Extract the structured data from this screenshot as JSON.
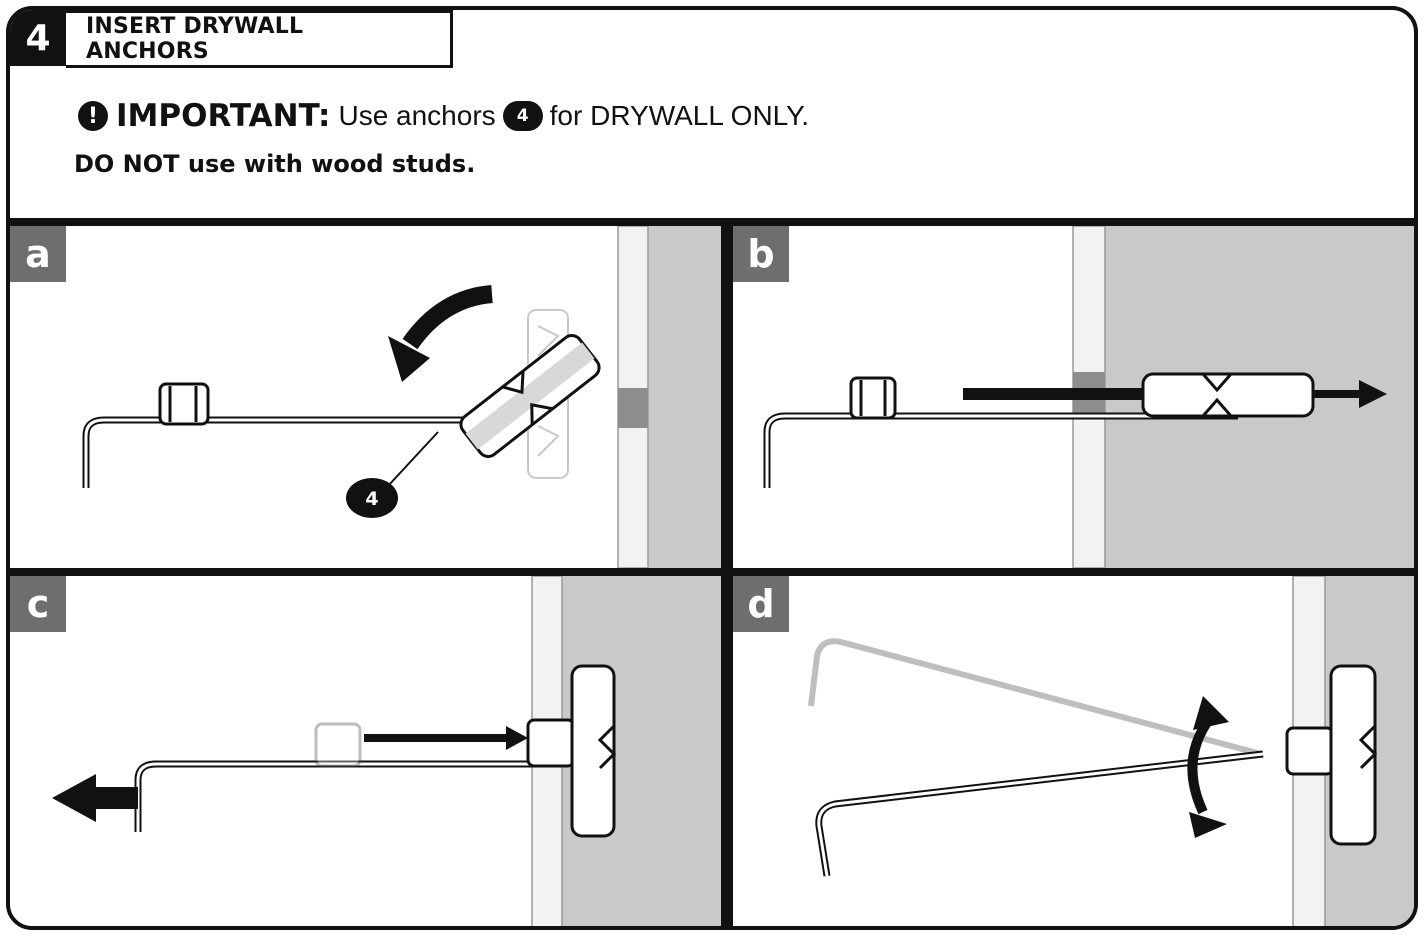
{
  "step": {
    "number": "4",
    "title": "INSERT DRYWALL ANCHORS"
  },
  "important": {
    "icon": "exclamation-icon",
    "label": "IMPORTANT:",
    "text_before": "Use anchors",
    "anchor_badge": "4",
    "text_after": "for DRYWALL ONLY."
  },
  "warning": "DO NOT use with wood studs.",
  "panels": {
    "a": {
      "label": "a",
      "callout": "4"
    },
    "b": {
      "label": "b"
    },
    "c": {
      "label": "c"
    },
    "d": {
      "label": "d"
    }
  },
  "colors": {
    "ink": "#111111",
    "panel_label_bg": "#6e6e6e",
    "wall_gray": "#c9c9c9",
    "drywall_front": "#f2f2f2"
  }
}
